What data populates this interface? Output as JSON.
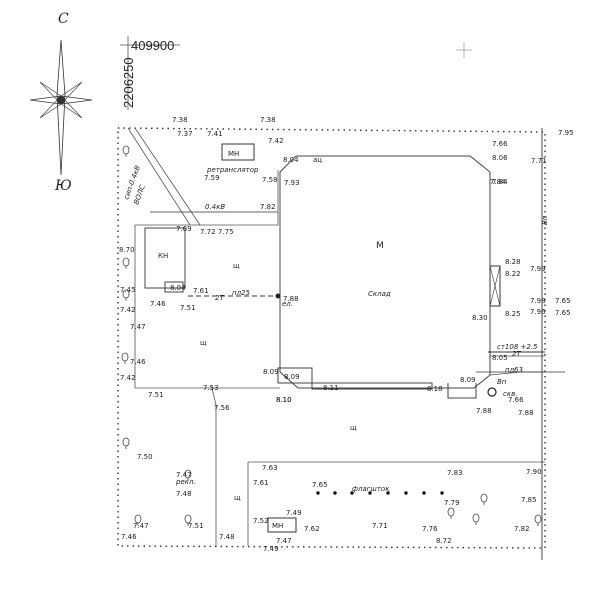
{
  "compass": {
    "north_label": "С",
    "south_label": "Ю"
  },
  "grid_coords": {
    "x": "409900",
    "y": "2206250"
  },
  "labels": {
    "transformer": "МН",
    "transformer_caption": "ретранслятор",
    "transformer_bottom": "МН",
    "kn": "КН",
    "warehouse_m": "М",
    "warehouse": "Склад",
    "cable_vl": "ВЛ",
    "cable_04": "0.4кВ",
    "flagpole": "флагшток",
    "ref_el": "ел.",
    "pipe_25": "пл25",
    "pipe_63": "пл63",
    "pipe_stl": "ст108 +2.5",
    "two_t": "2Т",
    "two_t_b": "2Т",
    "vp_a": "Вп",
    "vp_b": "Вп",
    "skv": "скв.",
    "rekl": "рекл.",
    "vl_left": "сип-0.4кВ",
    "vl_left_b": "ВОЛС",
    "ac_a": "ац",
    "shch": "щ"
  },
  "elevations": [
    "7.38",
    "7.38",
    "7.37",
    "7.41",
    "7.42",
    "7.66",
    "7.71",
    "7.95",
    "8.04",
    "8.06",
    "7.59",
    "7.58",
    "7.93",
    "7.84",
    "7.82",
    "7.69",
    "7.72",
    "7.75",
    "8.70",
    "8.04",
    "7.61",
    "7.45",
    "7.46",
    "7.51",
    "7.88",
    "8.28",
    "8.22",
    "7.99",
    "7.98",
    "7.65",
    "7.96",
    "7.65",
    "7.42",
    "7.47",
    "8.30",
    "8.25",
    "7.46",
    "8.09",
    "8.09",
    "8.05",
    "8.11",
    "8.18",
    "8.09",
    "7.42",
    "7.51",
    "7.53",
    "7.56",
    "8.10",
    "7.66",
    "7.88",
    "7.88",
    "7.50",
    "7.47",
    "7.48",
    "7.63",
    "7.83",
    "7.90",
    "7.61",
    "7.65",
    "7.79",
    "7.85",
    "7.47",
    "7.51",
    "7.52",
    "7.49",
    "7.62",
    "7.71",
    "7.76",
    "7.82",
    "7.46",
    "7.48",
    "7.49",
    "7.47",
    "8.72",
    "7.84",
    "8.10"
  ]
}
